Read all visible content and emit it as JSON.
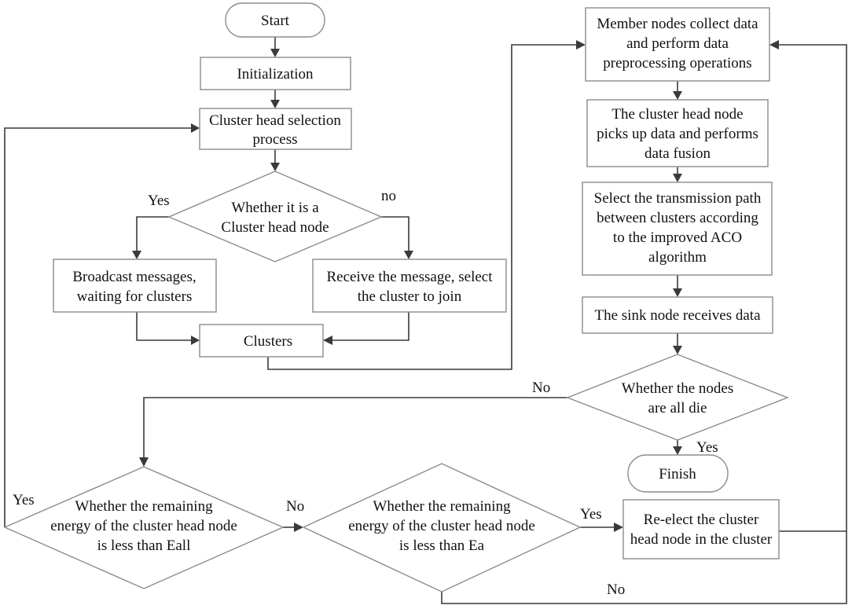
{
  "nodes": {
    "start": "Start",
    "init": "Initialization",
    "ch_sel_1": "Cluster head selection",
    "ch_sel_2": "process",
    "is_ch_1": "Whether it is a",
    "is_ch_2": "Cluster head node",
    "broadcast_1": "Broadcast messages,",
    "broadcast_2": "waiting for clusters",
    "receive_1": "Receive the message, select",
    "receive_2": "the cluster to join",
    "clusters": "Clusters",
    "member_1": "Member nodes collect data",
    "member_2": "and perform data",
    "member_3": "preprocessing operations",
    "fusion_1": "The cluster head node",
    "fusion_2": "picks up data and performs",
    "fusion_3": "data fusion",
    "path_1": "Select the transmission path",
    "path_2": "between clusters according",
    "path_3": "to the improved ACO",
    "path_4": "algorithm",
    "sink": "The sink node receives data",
    "all_die_1": "Whether the nodes",
    "all_die_2": "are all die",
    "finish": "Finish",
    "eall_1": "Whether the remaining",
    "eall_2": "energy of the cluster head node",
    "eall_3": "is less than Eall",
    "ea_1": "Whether the remaining",
    "ea_2": "energy of the cluster head node",
    "ea_3": "is less than Ea",
    "reelect_1": "Re-elect the cluster",
    "reelect_2": "head node in the cluster"
  },
  "labels": {
    "yes_ch": "Yes",
    "no_ch": "no",
    "no_die": "No",
    "yes_die": "Yes",
    "yes_eall": "Yes",
    "no_eall": "No",
    "yes_ea": "Yes",
    "no_ea": "No"
  }
}
